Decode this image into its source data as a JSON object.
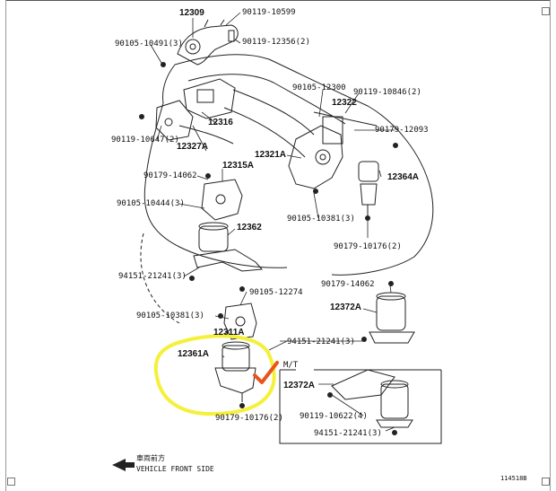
{
  "parts": {
    "p12309": "12309",
    "p90119_10599": "90119-10599",
    "p90105_10491": "90105-10491(3)",
    "p90119_12356": "90119-12356(2)",
    "p90105_12300": "90105-12300",
    "p90119_10846": "90119-10846(2)",
    "p12322": "12322",
    "p12316": "12316",
    "p90179_12093": "90179-12093",
    "p90119_10647": "90119-10647(2)",
    "p12327A": "12327A",
    "p12321A": "12321A",
    "p90179_14062a": "90179-14062",
    "p12315A": "12315A",
    "p12364A": "12364A",
    "p90105_10444": "90105-10444(3)",
    "p90105_10381a": "90105-10381(3)",
    "p12362": "12362",
    "p90179_10176a": "90179-10176(2)",
    "p94151_21241a": "94151-21241(3)",
    "p90105_12274": "90105-12274",
    "p90179_14062b": "90179-14062",
    "p90105_10381b": "90105-10381(3)",
    "p12372A_a": "12372A",
    "p12311A": "12311A",
    "p94151_21241b": "94151-21241(3)",
    "p12361A": "12361A",
    "pMT": "M/T",
    "p12372A_b": "12372A",
    "p90119_10622": "90119-10622(4)",
    "p90179_10176b": "90179-10176(2)",
    "p94151_21241c": "94151-21241(3)"
  },
  "legend": {
    "jp_text": "車両前方",
    "en_text": "VEHICLE FRONT SIDE"
  },
  "footer": {
    "code": "114518B"
  },
  "colors": {
    "highlight": "#f5f03a",
    "checkmark": "#e8541c",
    "ink": "#222222"
  }
}
